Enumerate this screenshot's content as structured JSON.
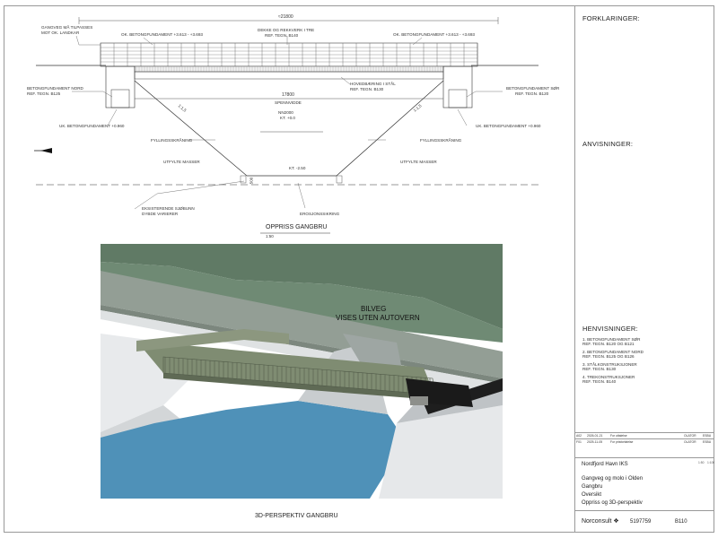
{
  "elevation": {
    "total_length": "≈21800",
    "walkway_note_line1": "GANGVEG MÅ TILPASSES",
    "walkway_note_line2": "MOT OK. LANDKAR",
    "fdn_top_left": "OK. BETONGFUNDAMENT +3.613 - +3.693",
    "fdn_top_right": "OK. BETONGFUNDAMENT +3.613 - +3.693",
    "deck_line1": "DEKKE OG REKKVERK I TRE",
    "deck_line2": "REF. TEGN. B140",
    "main_beam_line1": "HOVEDBÆRING I STÅL",
    "main_beam_line2": "REF. TEGN. B130",
    "fdn_north_line1": "BETONGFUNDAMENT NORD",
    "fdn_north_line2": "REF. TEGN. B125",
    "fdn_south_line1": "BETONGFUNDAMENT SØR",
    "fdn_south_line2": "REF. TEGN. B120",
    "span": "17800",
    "span_label": "SPENNVIDDE",
    "slope_left": "1:1,5",
    "slope_right": "1:1,5",
    "nn_label": "NN2000",
    "kt_zero": "KT. +0.0",
    "uk_left": "UK. BETONGFUNDAMENT +0.960",
    "uk_right": "UK. BETONGFUNDAMENT +0.960",
    "fill_slope_left": "FYLLINGSSKRÅNING",
    "fill_slope_right": "FYLLINGSSKRÅNING",
    "fill_left": "UTFYLTE MASSER",
    "fill_right": "UTFYLTE MASSER",
    "kt_bottom": "KT. -2.50",
    "dim_500": "500",
    "seabed_line1": "EKSISTERENDE SJØBUNN",
    "seabed_line2": "DYBDE VARIERER",
    "erosion": "EROSJONSSIKRING",
    "title": "OPPRISS GANGBRU",
    "scale": "1:50"
  },
  "render": {
    "road_line1": "BILVEG",
    "road_line2": "VISES UTEN AUTOVERN",
    "title": "3D-PERSPEKTIV GANGBRU"
  },
  "panel": {
    "explanations": "FORKLARINGER:",
    "instructions": "ANVISNINGER:",
    "references": "HENVISNINGER:",
    "refs": [
      {
        "l1": "1. BETONGFUNDAMENT SØR",
        "l2": "REF. TEGN. B120 OG B121"
      },
      {
        "l1": "2. BETONGFUNDAMENT NORD",
        "l2": "REF. TEGN. B125 OG B126"
      },
      {
        "l1": "3. STÅLKONSTRUKSJONER",
        "l2": "REF. TEGN. B130"
      },
      {
        "l1": "4. TREKONSTRUKSJONER",
        "l2": "REF. TEGN. B140"
      }
    ]
  },
  "revisions": [
    {
      "id": "A02",
      "date": "2026-01-21",
      "desc": "For uttalelse",
      "by": "OLATOR",
      "chk": "ESBU"
    },
    {
      "id": "F01",
      "date": "2025-11-05",
      "desc": "For prisforfølelse",
      "by": "OLATOR",
      "chk": "ESBU"
    }
  ],
  "titleblock": {
    "client": "Nordfjord Havn IKS",
    "line1": "Gangveg og molo i Olden",
    "line2": "Gangbru",
    "line3": "Oversikt",
    "line4": "Oppriss og 3D-perspektiv",
    "company": "Norconsult",
    "project_no": "5197759",
    "drawing_no": "B110",
    "scale_a": "1:50",
    "scale_b": "1:100"
  },
  "colors": {
    "water": "#4f91b8",
    "terrain_green": "#6f8a74",
    "road": "#8e9a90",
    "bridge": "#7f8c72",
    "concrete": "#e6e8ea"
  }
}
